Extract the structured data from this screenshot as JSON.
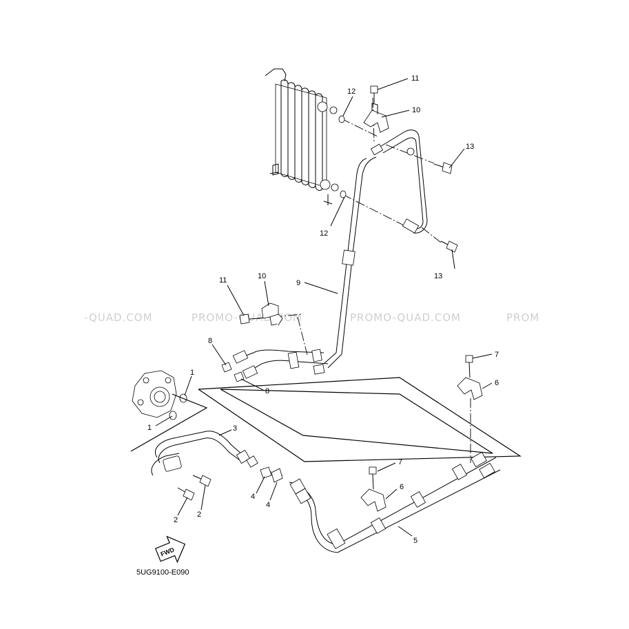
{
  "watermark": {
    "segments": [
      "-QUAD.COM",
      "PROMO-QUAD.COM",
      "PROMO-QUAD.COM",
      "PROM"
    ]
  },
  "callouts": {
    "c1a": "1",
    "c1b": "1",
    "c2a": "2",
    "c2b": "2",
    "c3": "3",
    "c4a": "4",
    "c4b": "4",
    "c5": "5",
    "c6a": "6",
    "c6b": "6",
    "c7a": "7",
    "c7b": "7",
    "c8a": "8",
    "c8b": "8",
    "c9": "9",
    "c10a": "10",
    "c10b": "10",
    "c11a": "11",
    "c11b": "11",
    "c12a": "12",
    "c12b": "12",
    "c13a": "13",
    "c13b": "13"
  },
  "fwd_label": "FWD",
  "diagram_code": "5UG9100-E090",
  "icons": {
    "fwd_arrow": "fwd-arrow-icon"
  }
}
